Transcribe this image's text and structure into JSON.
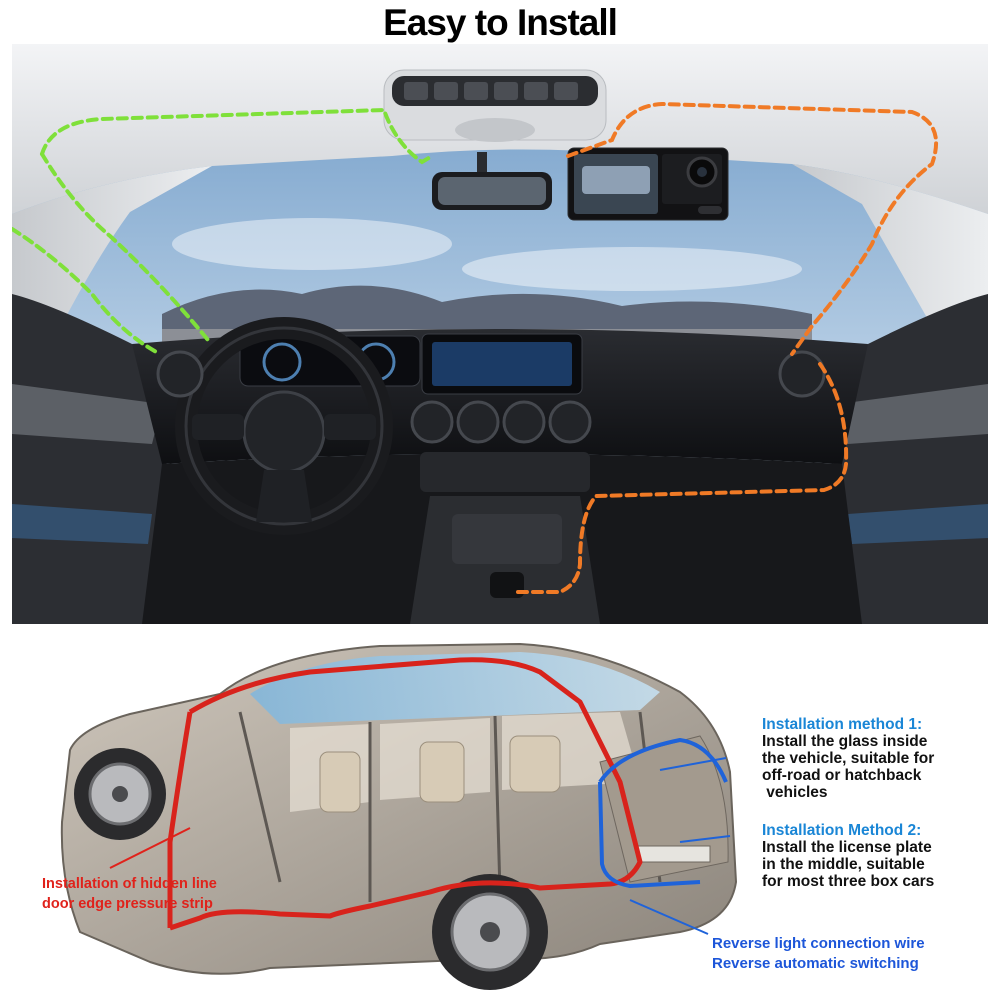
{
  "title": "Easy to Install",
  "method1": {
    "heading": "Installation method 1:",
    "lines": [
      "Install the glass inside",
      "the vehicle, suitable for",
      "off-road or hatchback",
      " vehicles"
    ]
  },
  "method2": {
    "heading": "Installation Method 2:",
    "lines": [
      "Install the license plate",
      "in the middle, suitable",
      "for most three box cars"
    ]
  },
  "hidden_line": {
    "lines": [
      "Installation of hidden line",
      "door edge pressure strip"
    ]
  },
  "reverse": {
    "lines": [
      "Reverse light connection wire",
      "Reverse automatic switching"
    ]
  },
  "colors": {
    "left_route": "#7fe03a",
    "right_route": "#f07a26",
    "body_route": "#d8231c",
    "rear_route": "#1f63d9",
    "label_blue": "#1a86d6",
    "label_red": "#e0221b"
  }
}
